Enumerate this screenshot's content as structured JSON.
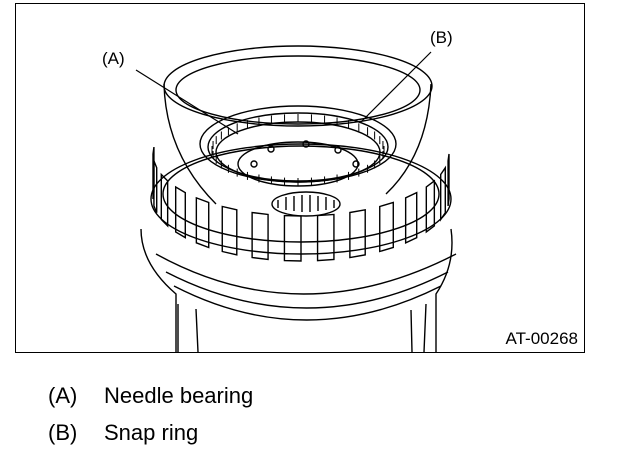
{
  "figure": {
    "callout_a": "(A)",
    "callout_b": "(B)",
    "code": "AT-00268",
    "line_color": "#000000"
  },
  "legend": [
    {
      "key": "(A)",
      "text": "Needle bearing"
    },
    {
      "key": "(B)",
      "text": "Snap ring"
    }
  ]
}
